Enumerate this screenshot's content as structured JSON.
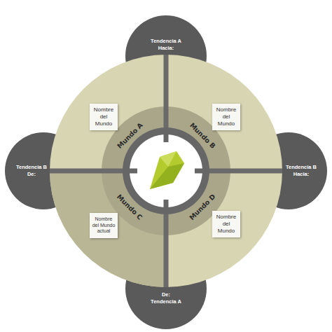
{
  "diagram": {
    "nodes": [
      {
        "text": [
          "Tendencia A",
          "Hacia:"
        ]
      },
      {
        "text": [
          "Tendencia B",
          "De:"
        ]
      },
      {
        "text": [
          "Tendencia B",
          "Hacia:"
        ]
      },
      {
        "text": [
          "De:",
          "Tendencia A"
        ]
      },
      {
        "text": [
          "Nombre del Mundo"
        ]
      },
      {
        "text": [
          "Nombre del Mundo"
        ]
      },
      {
        "text": [
          "Nombre del Mundo actual"
        ]
      },
      {
        "text": [
          "Nombre del Mundo"
        ]
      }
    ],
    "labels": [
      "Mundo A",
      "Mundo B",
      "Mundo C",
      "Mundo D"
    ]
  }
}
